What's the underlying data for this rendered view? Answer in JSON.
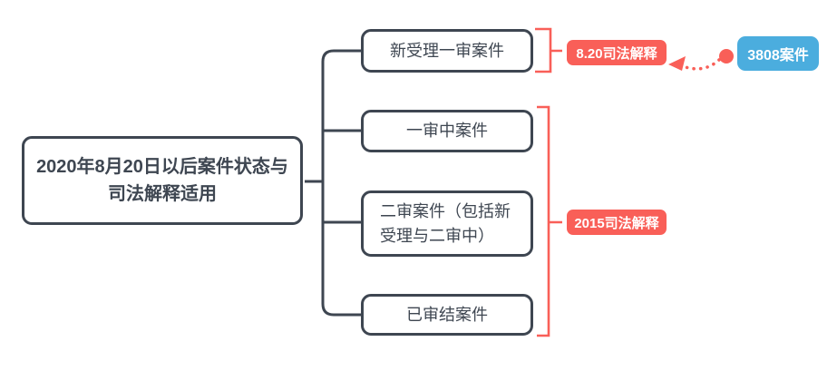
{
  "diagram": {
    "type": "mindmap",
    "root": {
      "label": "2020年8月20日以后案件状态与司法解释适用"
    },
    "branches": [
      {
        "label": "新受理一审案件"
      },
      {
        "label": "一审中案件"
      },
      {
        "label": "二审案件（包括新受理与二审中）"
      },
      {
        "label": "已审结案件"
      }
    ],
    "summaries": [
      {
        "label": "8.20司法解释"
      },
      {
        "label": "2015司法解释"
      }
    ],
    "callout": {
      "label": "3808案件"
    }
  },
  "colors": {
    "line_dark": "#3e4651",
    "red": "#f95f58",
    "blue": "#4badde",
    "node_fill": "#ffffff"
  }
}
